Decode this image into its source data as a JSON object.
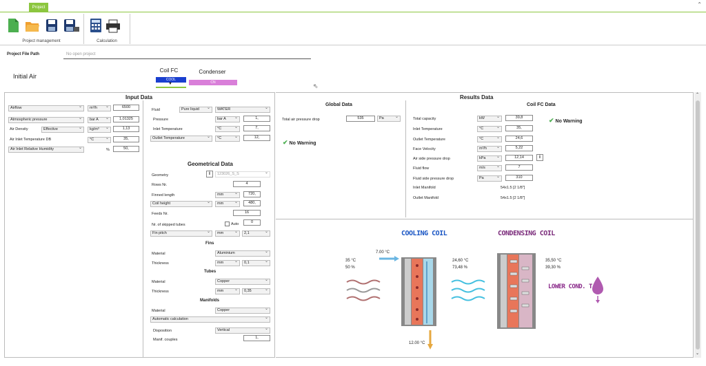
{
  "ribbon": {
    "tab_label": "Project",
    "groups": [
      {
        "label": "Project management"
      },
      {
        "label": "Calculation"
      }
    ]
  },
  "project": {
    "file_path_label": "Project File Path",
    "file_path_value": "No open project"
  },
  "nav": {
    "initial_air": "Initial Air",
    "coil_fc": "Coil FC",
    "coil_fc_pill": "COOL",
    "condenser": "Condenser",
    "condenser_pill": "CN"
  },
  "colors": {
    "accent_green": "#8cc63f",
    "cool_blue": "#1a3fcf",
    "cn_pink": "#d97fd9",
    "cooling_title": "#1a56c4",
    "condensing_title": "#7a2a7a"
  },
  "input": {
    "title": "Input Data",
    "airflow": {
      "label": "Airflow",
      "unit": "m³/h",
      "value": "6500"
    },
    "atm_pressure": {
      "label": "Atmospheric pressure",
      "unit": "bar A",
      "value": "1,01325"
    },
    "air_density": {
      "label": "Air Density",
      "mode": "Effective",
      "unit": "kg/m³",
      "value": "1,13"
    },
    "inlet_temp": {
      "label": "Air Inlet Temperature DB",
      "unit": "°C",
      "value": "35,"
    },
    "inlet_rh": {
      "label": "Air Inlet Relative Humidity",
      "unit": "%",
      "value": "50,"
    },
    "fluid": {
      "label": "Fluid",
      "type": "Pure liquid",
      "name": "WATER",
      "pressure_label": "Pressure",
      "pressure_unit": "bar A",
      "pressure_value": "1,",
      "inlet_label": "Inlet Temperature",
      "inlet_unit": "°C",
      "inlet_value": "7,",
      "outlet_label": "Outlet Temperature",
      "outlet_unit": "°C",
      "outlet_value": "12,"
    },
    "geo": {
      "title": "Geometrical Data",
      "geometry_label": "Geometry",
      "geometry_value": "123026_S_S",
      "rows_label": "Rows Nr.",
      "rows_value": "4",
      "finned_label": "Finned length",
      "finned_unit": "mm",
      "finned_value": "720,",
      "height_label": "Coil height",
      "height_unit": "mm",
      "height_value": "480,",
      "feeds_label": "Feeds Nr.",
      "feeds_value": "16",
      "skipped_label": "Nr. of skipped tubes",
      "auto_label": "Auto",
      "skipped_value": "0",
      "pitch_label": "Fin pitch",
      "pitch_unit": "mm",
      "pitch_value": "2,1"
    },
    "fins": {
      "title": "Fins",
      "material_label": "Material",
      "material_value": "Aluminium",
      "thickness_label": "Thickness",
      "thickness_unit": "mm",
      "thickness_value": "0,1"
    },
    "tubes": {
      "title": "Tubes",
      "material_label": "Material",
      "material_value": "Copper",
      "thickness_label": "Thickness",
      "thickness_unit": "mm",
      "thickness_value": "0,35"
    },
    "manifolds": {
      "title": "Manifolds",
      "material_label": "Material",
      "material_value": "Copper",
      "auto_calc": "Automatic calculation",
      "disposition_label": "Disposition",
      "disposition_value": "Vertical",
      "couples_label": "Manif. couples",
      "couples_value": "1,"
    }
  },
  "global": {
    "title": "Global Data",
    "pressure_drop_label": "Total air pressure drop",
    "pressure_drop_value": "535",
    "pressure_drop_unit": "Pa",
    "warning": "No Warning"
  },
  "results": {
    "title": "Results Data",
    "coil_title": "Coil FC Data",
    "warning": "No Warning",
    "rows": [
      {
        "label": "Total capacity",
        "unit": "kW",
        "value": "39,8"
      },
      {
        "label": "Inlet Temperature",
        "unit": "°C",
        "value": "35,"
      },
      {
        "label": "Outlet Temperature",
        "unit": "°C",
        "value": "24,6"
      },
      {
        "label": "Face Velocity",
        "unit": "m³/h",
        "value": "5,22"
      },
      {
        "label": "Air side pressure drop",
        "unit": "kPa",
        "value": "12,14"
      },
      {
        "label": "Fluid flow",
        "unit": "m/s",
        "value": "7"
      },
      {
        "label": "Fluid side pressure drop",
        "unit": "Pa",
        "value": "310"
      }
    ],
    "inlet_manifold_label": "Inlet Manifold",
    "inlet_manifold_value": "54x1.5 [2 1/8\"]",
    "outlet_manifold_label": "Outlet Manifold",
    "outlet_manifold_value": "54x1.5 [2 1/8\"]"
  },
  "diagram": {
    "cooling_title": "COOLING COIL",
    "condensing_title": "CONDENSING COIL",
    "water_in": "7.00 °C",
    "water_out": "12.00 °C",
    "air_in_t": "35 °C",
    "air_in_rh": "50 %",
    "air_mid_t": "24,60 °C",
    "air_mid_rh": "73,48 %",
    "air_out_t": "35,50 °C",
    "air_out_rh": "39,30 %",
    "lower_cond": "LOWER COND. T"
  }
}
